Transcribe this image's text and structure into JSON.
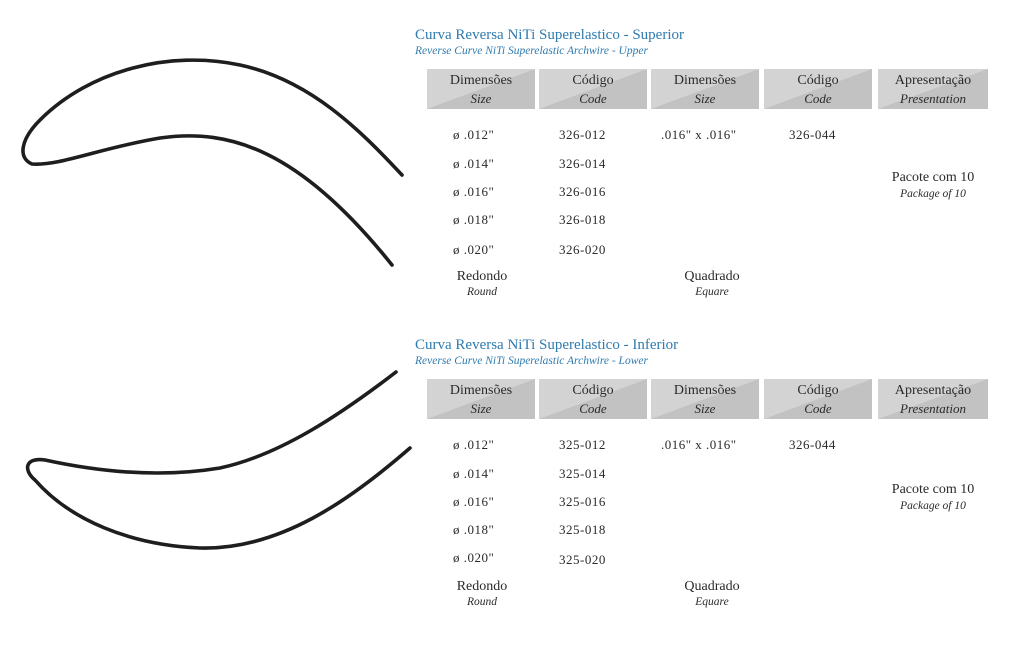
{
  "headers": [
    {
      "pt": "Dimensões",
      "en": "Size"
    },
    {
      "pt": "Código",
      "en": "Code"
    },
    {
      "pt": "Dimensões",
      "en": "Size"
    },
    {
      "pt": "Código",
      "en": "Code"
    },
    {
      "pt": "Apresentação",
      "en": "Presentation"
    }
  ],
  "upper": {
    "title_pt": "Curva Reversa NiTi Superelastico - Superior",
    "title_en": "Reverse Curve NiTi Superelastic Archwire - Upper",
    "round_sizes": [
      "ø .012\"",
      "ø .014\"",
      "ø .016\"",
      "ø .018\"",
      "ø .020\""
    ],
    "round_codes": [
      "326-012",
      "326-014",
      "326-016",
      "326-018",
      "326-020"
    ],
    "square_size": ".016\" x .016\"",
    "square_code": "326-044",
    "round_label_pt": "Redondo",
    "round_label_en": "Round",
    "square_label_pt": "Quadrado",
    "square_label_en": "Equare",
    "presentation_pt": "Pacote com 10",
    "presentation_en": "Package of  10"
  },
  "lower": {
    "title_pt": "Curva Reversa NiTi Superelastico - Inferior",
    "title_en": "Reverse Curve NiTi Superelastic Archwire - Lower",
    "round_sizes": [
      "ø .012\"",
      "ø .014\"",
      "ø .016\"",
      "ø .018\"",
      "ø .020\""
    ],
    "round_codes": [
      "325-012",
      "325-014",
      "325-016",
      "325-018",
      "325-020"
    ],
    "square_size": ".016\" x .016\"",
    "square_code": "326-044",
    "round_label_pt": "Redondo",
    "round_label_en": "Round",
    "square_label_pt": "Quadrado",
    "square_label_en": "Equare",
    "presentation_pt": "Pacote com 10",
    "presentation_en": "Package of  10"
  },
  "colors": {
    "title": "#2e7bb0",
    "header_bg": "#d3d3d3",
    "header_shade": "#c2c2c2",
    "text": "#2a2a2a"
  }
}
